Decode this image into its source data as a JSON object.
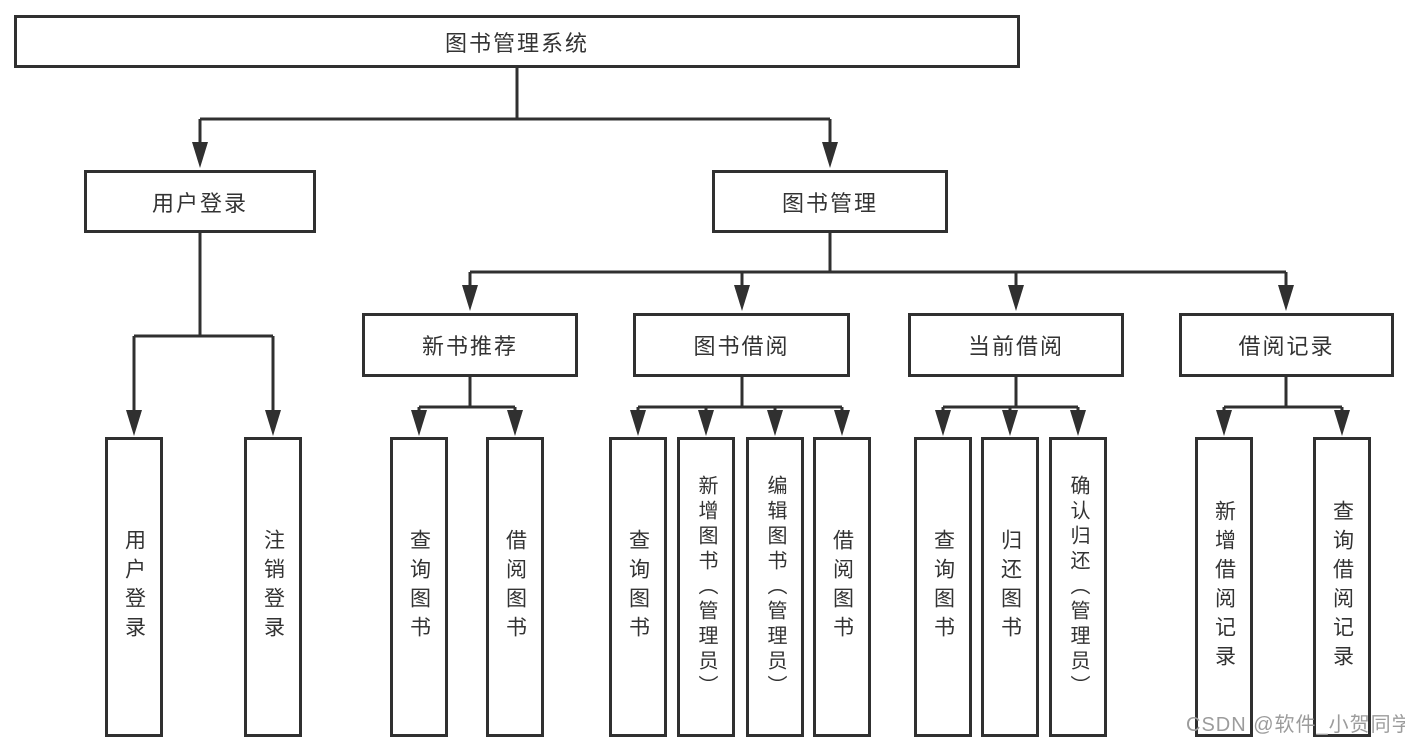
{
  "tree": {
    "root": {
      "label": "图书管理系统"
    },
    "children": [
      {
        "label": "用户登录",
        "children": [
          {
            "label": "用户登录"
          },
          {
            "label": "注销登录"
          }
        ]
      },
      {
        "label": "图书管理",
        "children": [
          {
            "label": "新书推荐",
            "children": [
              {
                "label": "查询图书"
              },
              {
                "label": "借阅图书"
              }
            ]
          },
          {
            "label": "图书借阅",
            "children": [
              {
                "label": "查询图书"
              },
              {
                "label": "新增图书（管理员）"
              },
              {
                "label": "编辑图书（管理员）"
              },
              {
                "label": "借阅图书"
              }
            ]
          },
          {
            "label": "当前借阅",
            "children": [
              {
                "label": "查询图书"
              },
              {
                "label": "归还图书"
              },
              {
                "label": "确认归还（管理员）"
              }
            ]
          },
          {
            "label": "借阅记录",
            "children": [
              {
                "label": "新增借阅记录"
              },
              {
                "label": "查询借阅记录"
              }
            ]
          }
        ]
      }
    ]
  },
  "watermark": {
    "text": "CSDN @软件_小贺同学"
  },
  "colors": {
    "line": "#303030",
    "text": "#333333",
    "watermark": "#9c9c9c",
    "background": "#ffffff"
  }
}
